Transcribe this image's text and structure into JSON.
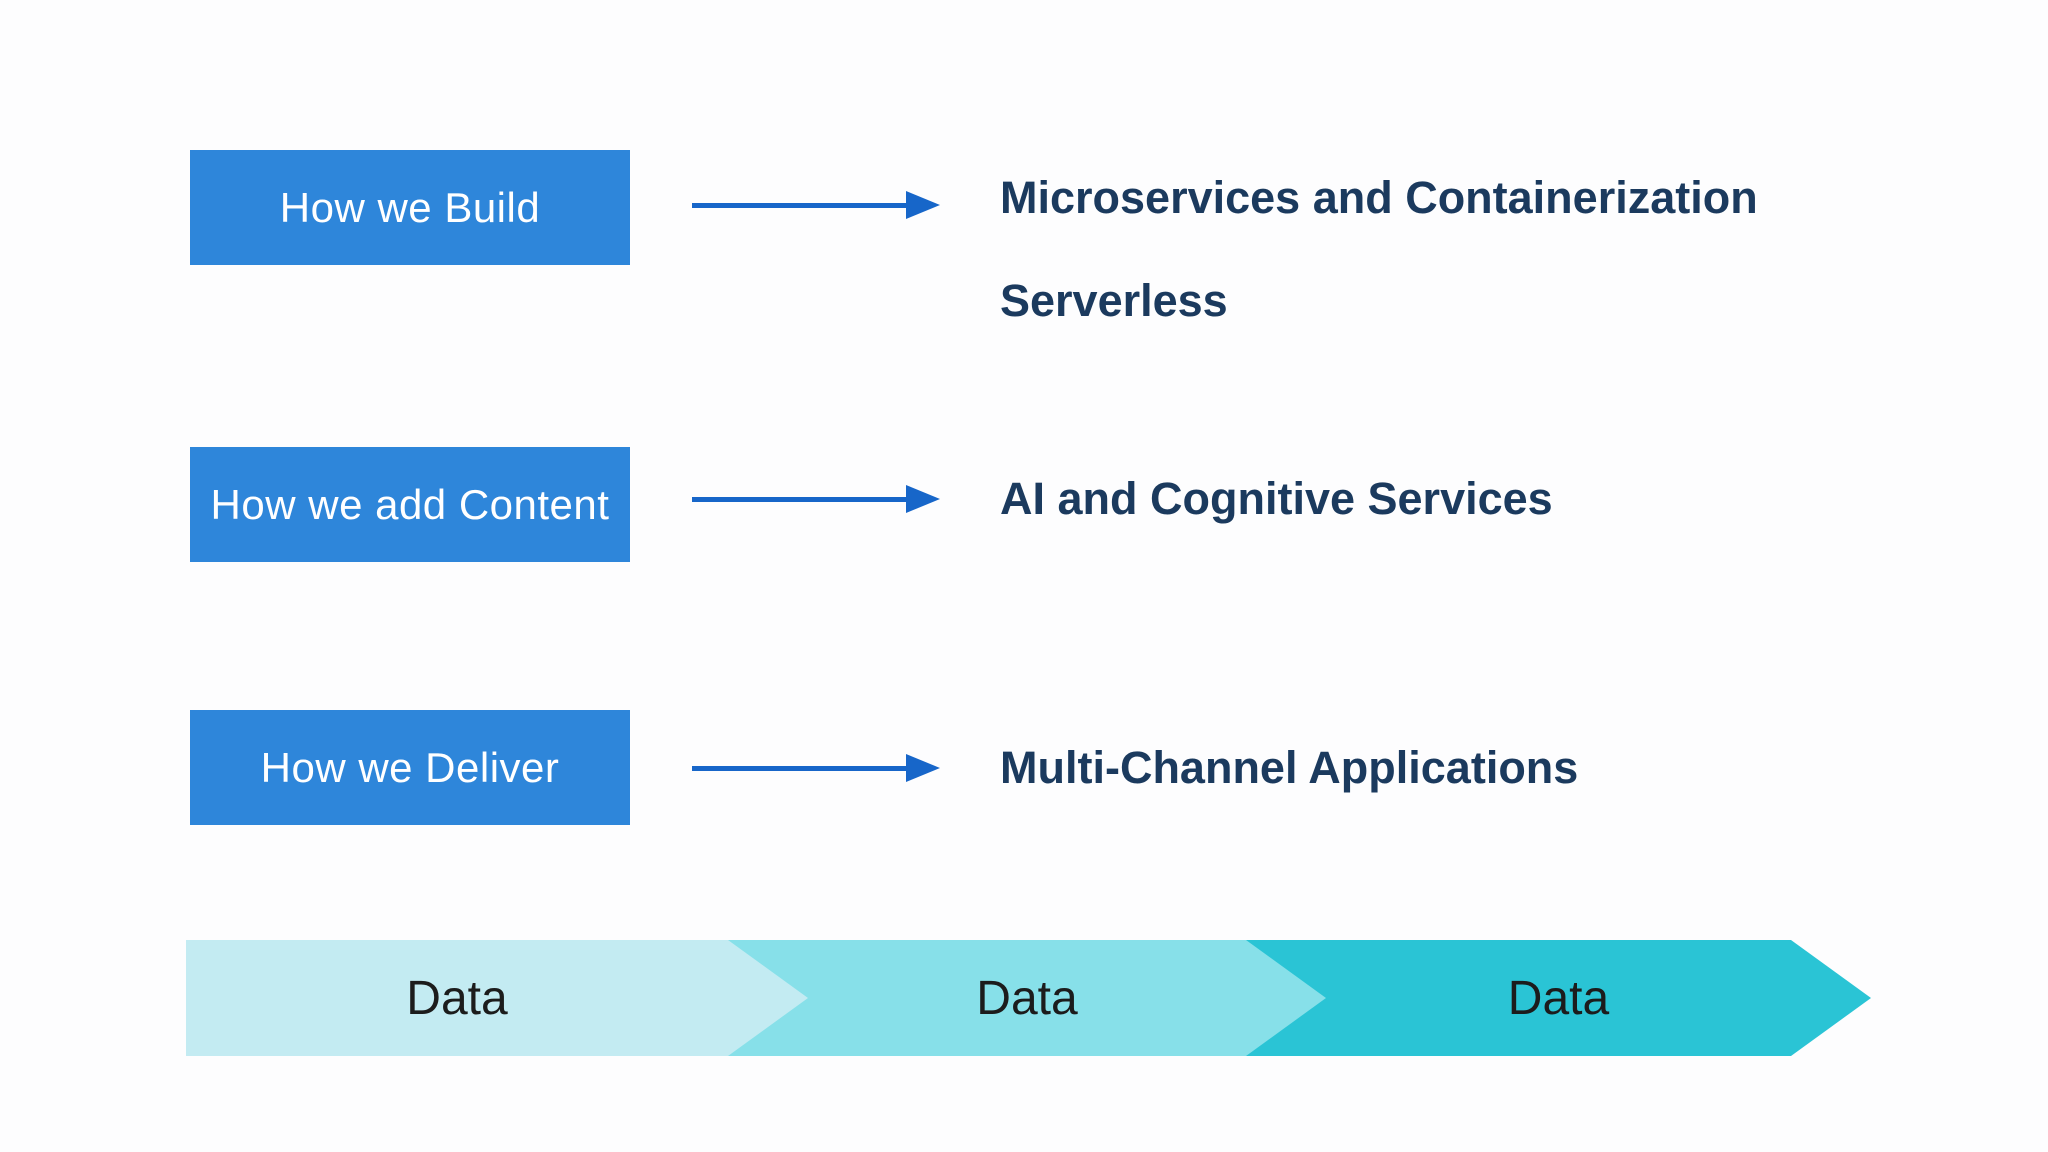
{
  "colors": {
    "background": "#FDFDFE",
    "box-fill": "#2E86DA",
    "box-text": "#FFFFFF",
    "arrow": "#1766C9",
    "heading": "#1B3A5E",
    "flow-1": "#C3EBF2",
    "flow-2": "#87E0E9",
    "flow-3": "#2AC4D5",
    "flow-text": "#1C1C1C"
  },
  "rows": [
    {
      "box": "How we Build",
      "line1": "Microservices and Containerization",
      "line2": "Serverless"
    },
    {
      "box": "How we add Content",
      "line1": "AI and Cognitive Services"
    },
    {
      "box": "How we Deliver",
      "line1": "Multi-Channel Applications"
    }
  ],
  "flow": [
    {
      "label": "Data"
    },
    {
      "label": "Data"
    },
    {
      "label": "Data"
    }
  ]
}
